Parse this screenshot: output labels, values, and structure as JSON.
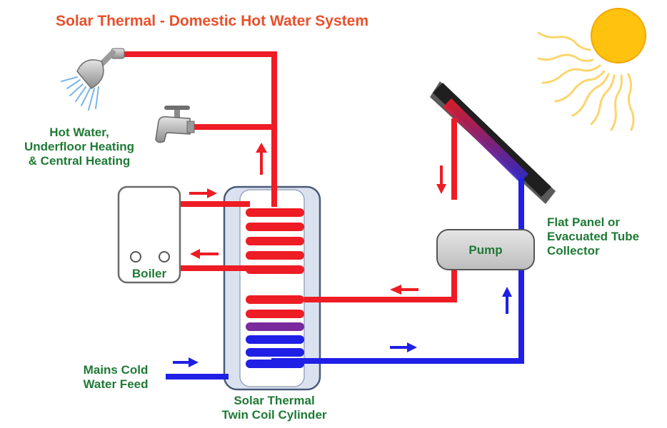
{
  "title": "Solar Thermal - Domestic Hot Water System",
  "labels": {
    "outlets": [
      "Hot Water,",
      "Underfloor Heating",
      "& Central Heating"
    ],
    "boiler": "Boiler",
    "pump": "Pump",
    "collector": [
      "Flat Panel or",
      "Evacuated Tube",
      "Collector"
    ],
    "mains": [
      "Mains Cold",
      "Water Feed"
    ],
    "cylinder": [
      "Solar Thermal",
      "Twin Coil Cylinder"
    ]
  },
  "colors": {
    "hot": "#ee1c24",
    "cold": "#1f1fe6",
    "label": "#1f7a35",
    "title": "#e8502a",
    "sun": "#ffc20e",
    "sun_rays": "#fbd56e"
  },
  "icons": [
    "shower-head-icon",
    "tap-icon",
    "sun-icon"
  ]
}
